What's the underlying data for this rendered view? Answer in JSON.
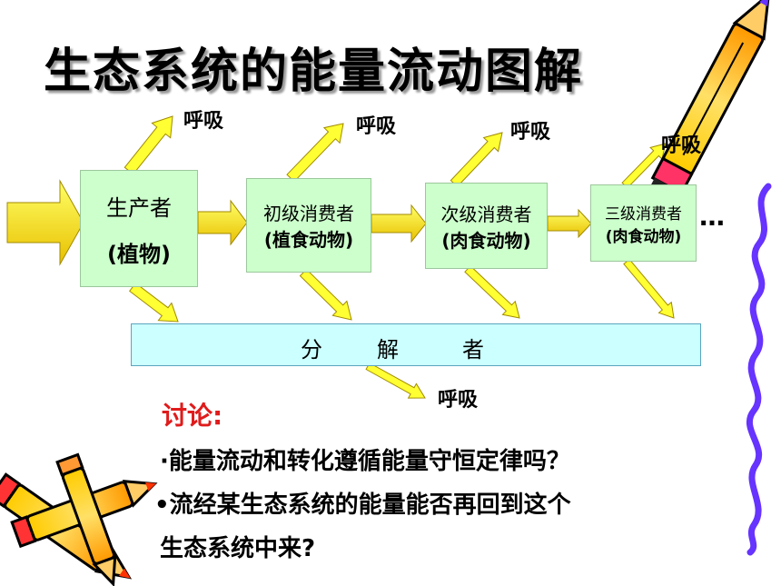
{
  "title": "生态系统的能量流动图解",
  "nodes": {
    "producer": {
      "line1": "生产者",
      "line2": "(植物)"
    },
    "primary": {
      "line1": "初级消费者",
      "line2": "(植食动物)"
    },
    "secondary": {
      "line1": "次级消费者",
      "line2": "(肉食动物)"
    },
    "tertiary": {
      "line1": "三级消费者",
      "line2": "(肉食动物)"
    }
  },
  "decomposer": {
    "chars": [
      "分",
      "解",
      "者"
    ]
  },
  "respiration_label": "呼吸",
  "ellipsis": "…",
  "discussion": {
    "title": "讨论:",
    "question1": "·能量流动和转化遵循能量守恒定律吗？",
    "question2_line1": "•流经某生态系统的能量能否再回到这个",
    "question2_line2": "生态系统中来?"
  },
  "colors": {
    "arrow_fill": "#ffff33",
    "arrow_gradient_end": "#e8c000",
    "arrow_stroke": "#a08a00",
    "box_green": "#ccffcc",
    "box_cyan": "#ccffff",
    "discussion_red": "#e01b1b",
    "crayon_yellow": "#ffcc00",
    "crayon_orange": "#ff9900",
    "squiggle_purple": "#6633ff"
  },
  "icons": [
    "pencil-icon-top-right",
    "pencils-icon-bottom-left",
    "squiggle-line-decoration"
  ]
}
